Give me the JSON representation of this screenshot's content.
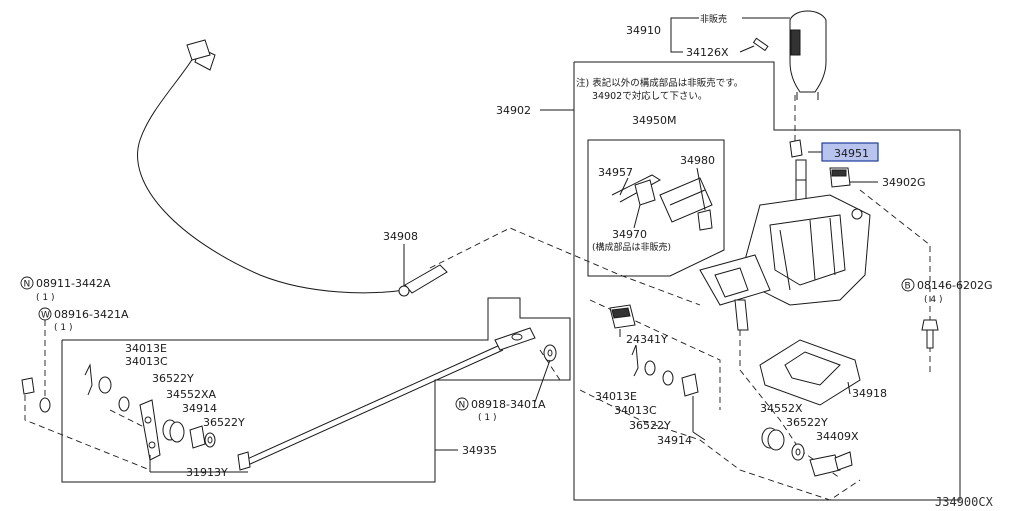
{
  "labels": {
    "l34910": "34910",
    "non_sale_top": "非販売",
    "l34126x": "34126X",
    "note_line1": "注) 表記以外の構成部品は非販売です。",
    "note_line2": "34902で対応して下さい。",
    "l34902": "34902",
    "l34950m": "34950M",
    "l34957": "34957",
    "l34980": "34980",
    "l34970": "34970",
    "component_non_sale": "(構成部品は非販売)",
    "l34951": "34951",
    "l34902g": "34902G",
    "l34908": "34908",
    "n_bolt1": "08911-3442A",
    "n_bolt1_qty": "( 1 )",
    "w_bolt": "08916-3421A",
    "w_bolt_qty": "( 1 )",
    "b_bolt": "08146-6202G",
    "b_bolt_qty": "( 4 )",
    "l34013e_a": "34013E",
    "l34013c_a": "34013C",
    "l36522y_a": "36522Y",
    "l34552xa": "34552XA",
    "l34914_a": "34914",
    "l36522y_b": "36522Y",
    "l31913y": "31913Y",
    "n_bolt2": "08918-3401A",
    "n_bolt2_qty": "( 1 )",
    "l34935": "34935",
    "l24341y": "24341Y",
    "l34013e_b": "34013E",
    "l34013c_b": "34013C",
    "l36522y_c": "36522Y",
    "l34914_b": "34914",
    "l34918": "34918",
    "l34552x": "34552X",
    "l36522y_d": "36522Y",
    "l34409x": "34409X",
    "diagram_id": "J34900CX",
    "n_symbol": "N",
    "w_symbol": "W",
    "b_symbol": "B"
  },
  "colors": {
    "highlight_fill": "#b8c4ee",
    "highlight_stroke": "#1f3c9a",
    "line": "#1a1a1a"
  }
}
